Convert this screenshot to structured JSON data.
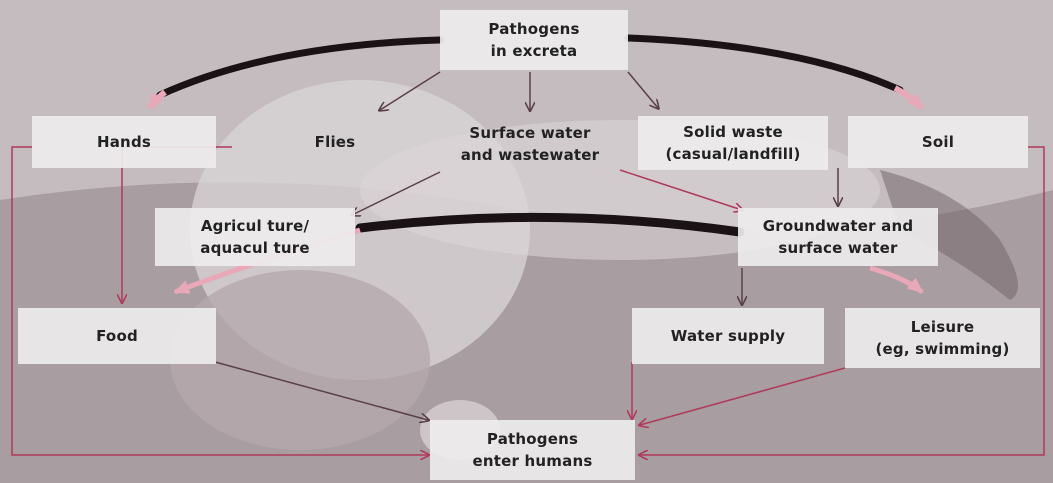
{
  "nodes": {
    "excreta": {
      "lines": [
        "Pathogens",
        "in excreta"
      ]
    },
    "hands": {
      "lines": [
        "Hands"
      ]
    },
    "flies": {
      "lines": [
        "Flies"
      ]
    },
    "surfacewater": {
      "lines": [
        "Surface water",
        "and wastewater"
      ]
    },
    "solidwaste": {
      "lines": [
        "Solid waste",
        "(casual/landfill)"
      ]
    },
    "soil": {
      "lines": [
        "Soil"
      ]
    },
    "agriculture": {
      "lines": [
        "Agricul ture/",
        "aquacul ture"
      ]
    },
    "groundwater": {
      "lines": [
        "Groundwater and",
        "surface water"
      ]
    },
    "food": {
      "lines": [
        "Food"
      ]
    },
    "watersupply": {
      "lines": [
        "Water supply"
      ]
    },
    "leisure": {
      "lines": [
        "Leisure",
        "(eg, swimming)"
      ]
    },
    "humans": {
      "lines": [
        "Pathogens",
        "enter humans"
      ]
    }
  },
  "colors": {
    "arc": "#1a1214",
    "pink_arrow": "#e8a8b8",
    "line_arrow": "#b03a5a",
    "thin_arrow": "#5a4046"
  }
}
